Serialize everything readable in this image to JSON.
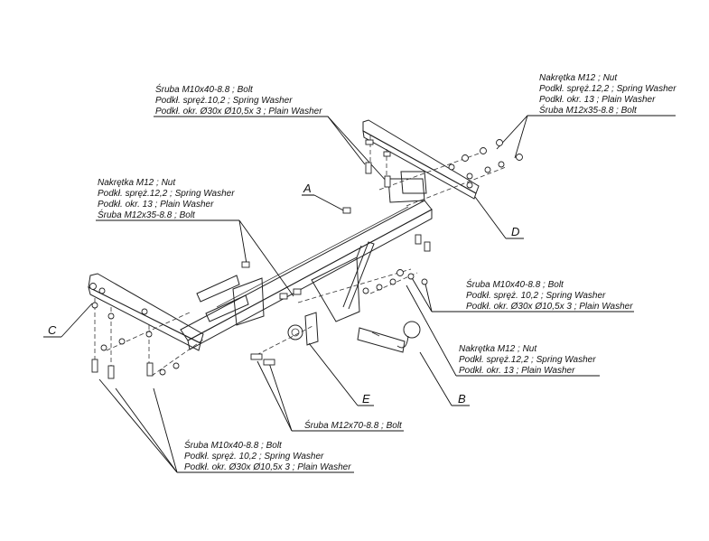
{
  "callouts": {
    "top_left": {
      "lines": [
        "Śruba M10x40-8.8 ;  Bolt",
        "Podkł. spręż.10,2 ; Spring Washer",
        "Podkł. okr.  Ø30x Ø10,5x 3 ; Plain Washer"
      ]
    },
    "top_right": {
      "lines": [
        "Nakrętka  M12 ; Nut",
        "Podkł. spręż.12,2 ; Spring Washer",
        "Podkł. okr. 13 ; Plain Washer",
        "Śruba M12x35-8.8 ;  Bolt"
      ]
    },
    "mid_left": {
      "lines": [
        "Nakrętka  M12 ; Nut",
        "Podkł. spręż.12,2 ; Spring Washer",
        "Podkł. okr. 13 ; Plain Washer",
        "Śruba M12x35-8.8 ;  Bolt"
      ]
    },
    "mid_right": {
      "lines": [
        "Śruba M10x40-8.8 ;  Bolt",
        "Podkł. spręż. 10,2 ; Spring Washer",
        "Podkł. okr.  Ø30x Ø10,5x 3 ; Plain Washer"
      ]
    },
    "lower_right": {
      "lines": [
        "Nakrętka  M12 ; Nut",
        "Podkł. spręż.12,2 ; Spring Washer",
        "Podkł. okr. 13 ; Plain Washer"
      ]
    },
    "center_bottom": {
      "lines": [
        "Śruba M12x70-8.8 ;  Bolt"
      ]
    },
    "bottom_left": {
      "lines": [
        "Śruba M10x40-8.8 ;  Bolt",
        "Podkł. spręż. 10,2 ; Spring Washer",
        "Podkł. okr.  Ø30x Ø10,5x 3 ; Plain Washer"
      ]
    }
  },
  "part_letters": {
    "A": "A",
    "B": "B",
    "C": "C",
    "D": "D",
    "E": "E"
  }
}
